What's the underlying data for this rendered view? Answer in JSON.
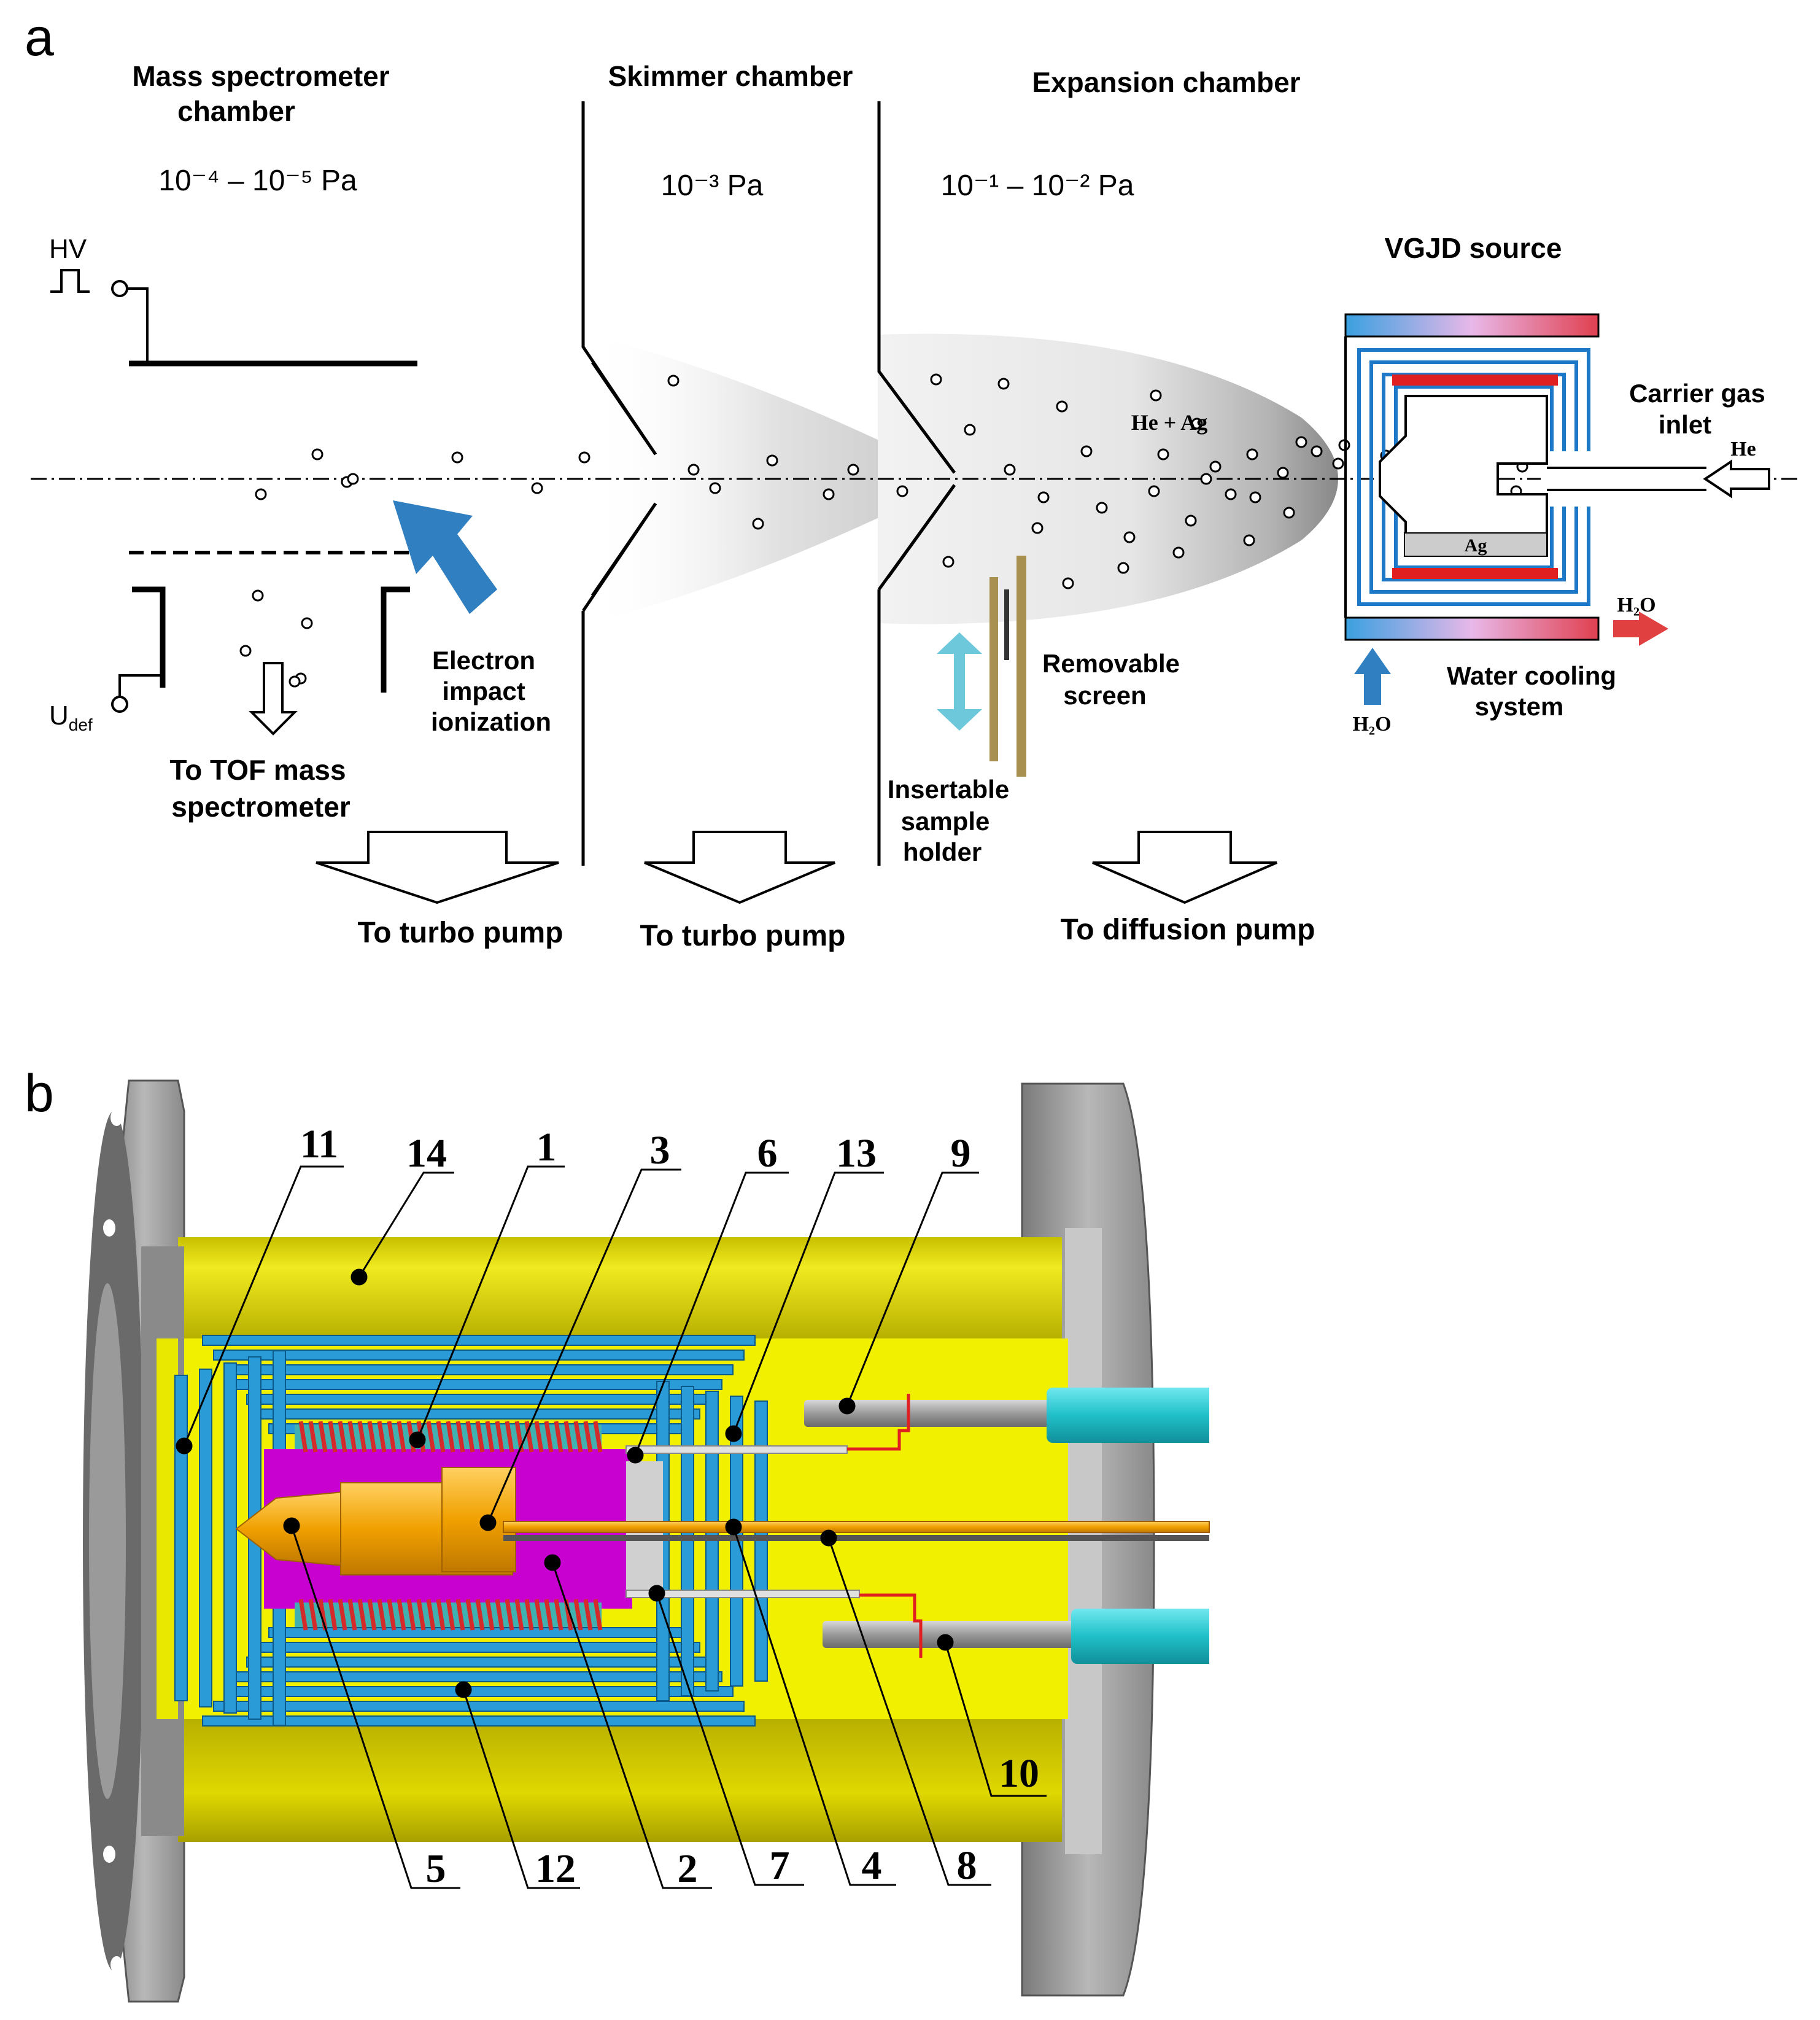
{
  "panel_a": {
    "letter": "a",
    "mass_spec_title_1": "Mass spectrometer",
    "mass_spec_title_2": "chamber",
    "mass_spec_pressure": "10⁻⁴ – 10⁻⁵ Pa",
    "skimmer_title": "Skimmer chamber",
    "skimmer_pressure": "10⁻³ Pa",
    "expansion_title": "Expansion chamber",
    "expansion_pressure": "10⁻¹ – 10⁻² Pa",
    "vgjd_title": "VGJD source",
    "hv": "HV",
    "udef_main": "U",
    "udef_sub": "def",
    "he_ag": "He + Ag",
    "ag": "Ag",
    "he": "He",
    "carrier_1": "Carrier gas",
    "carrier_2": "inlet",
    "h2o_out": "H₂O",
    "h2o_in": "H₂O",
    "electron_1": "Electron",
    "electron_2": "impact",
    "electron_3": "ionization",
    "tof_1": "To TOF mass",
    "tof_2": "spectrometer",
    "screen_1": "Removable",
    "screen_2": "screen",
    "holder_1": "Insertable",
    "holder_2": "sample",
    "holder_3": "holder",
    "water_1": "Water cooling",
    "water_2": "system",
    "pump_1": "To turbo pump",
    "pump_2": "To turbo pump",
    "pump_3": "To diffusion pump"
  },
  "panel_b": {
    "letter": "b",
    "callouts": {
      "n11": "11",
      "n14": "14",
      "n1": "1",
      "n3": "3",
      "n6": "6",
      "n13": "13",
      "n9": "9",
      "n10": "10",
      "n5": "5",
      "n12": "12",
      "n2": "2",
      "n7": "7",
      "n4": "4",
      "n8": "8"
    }
  },
  "colors": {
    "housing_yellow": "#e8e000",
    "shield_blue": "#2a9bd6",
    "coil_red": "#d42a2a",
    "coil_teal": "#40b0b0",
    "magenta_body": "#c800d0",
    "nozzle_orange": "#f0a800",
    "cyan_fitting": "#20c0c8",
    "flange_gray": "#a0a0a0",
    "arrow_blue": "#2f7fc1",
    "arrow_light_blue": "#6ec8dc",
    "heater_red": "#e02020"
  }
}
